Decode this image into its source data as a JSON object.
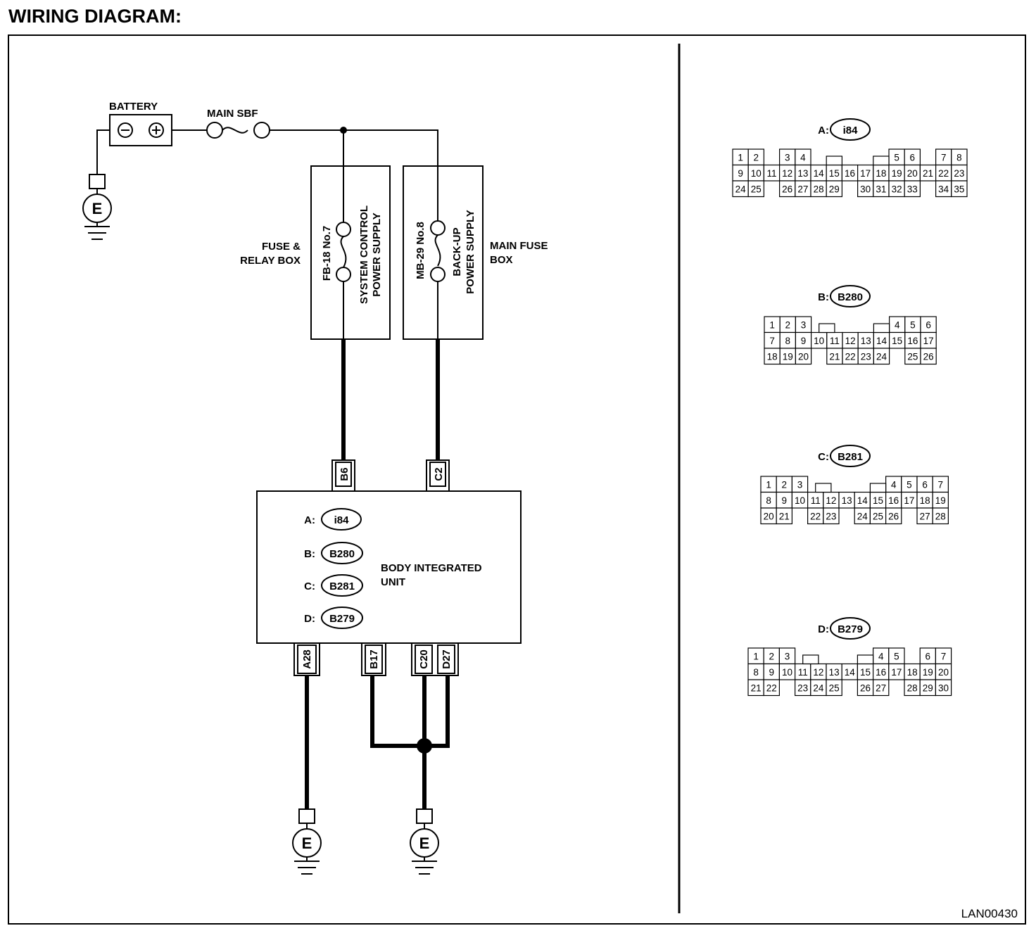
{
  "title": "WIRING DIAGRAM:",
  "doc_code": "LAN00430",
  "labels": {
    "battery": "BATTERY",
    "main_sbf": "MAIN SBF",
    "fuse_relay_box_1": "FUSE &",
    "fuse_relay_box_2": "RELAY BOX",
    "main_fuse_box_1": "MAIN FUSE",
    "main_fuse_box_2": "BOX",
    "fb18": "FB-18 No.7",
    "sys_ctrl_1": "SYSTEM CONTROL",
    "sys_ctrl_2": "POWER SUPPLY",
    "mb29": "MB-29 No.8",
    "backup_1": "BACK-UP",
    "backup_2": "POWER SUPPLY",
    "biu_1": "BODY INTEGRATED",
    "biu_2": "UNIT",
    "ground": "E",
    "minus": "⊖",
    "plus": "⊕"
  },
  "pins": {
    "b6": "B6",
    "c2": "C2",
    "a28": "A28",
    "b17": "B17",
    "c20": "C20",
    "d27": "D27"
  },
  "unit_connectors": [
    {
      "letter": "A:",
      "code": "i84"
    },
    {
      "letter": "B:",
      "code": "B280"
    },
    {
      "letter": "C:",
      "code": "B281"
    },
    {
      "letter": "D:",
      "code": "B279"
    }
  ],
  "connectors": [
    {
      "letter": "A:",
      "code": "i84",
      "rows": [
        [
          "1",
          "2",
          "",
          "3",
          "4",
          "",
          "",
          "",
          "",
          "",
          "",
          "5",
          "6",
          "",
          "7",
          "8"
        ],
        [
          "9",
          "10",
          "11",
          "12",
          "13",
          "14",
          "15",
          "16",
          "17",
          "18",
          "19",
          "20",
          "21",
          "22",
          "23"
        ],
        [
          "24",
          "25",
          "",
          "26",
          "27",
          "28",
          "29",
          "",
          "30",
          "31",
          "32",
          "33",
          "",
          "34",
          "35"
        ]
      ]
    },
    {
      "letter": "B:",
      "code": "B280",
      "rows": [
        [
          "1",
          "2",
          "3",
          "",
          "",
          "",
          "",
          "",
          "",
          "4",
          "5",
          "6"
        ],
        [
          "7",
          "8",
          "9",
          "10",
          "11",
          "12",
          "13",
          "14",
          "15",
          "16",
          "17"
        ],
        [
          "18",
          "19",
          "20",
          "",
          "21",
          "22",
          "23",
          "24",
          "",
          "25",
          "26"
        ]
      ]
    },
    {
      "letter": "C:",
      "code": "B281",
      "rows": [
        [
          "1",
          "2",
          "3",
          "",
          "",
          "",
          "",
          "",
          "",
          "4",
          "5",
          "6",
          "7"
        ],
        [
          "8",
          "9",
          "10",
          "11",
          "12",
          "13",
          "14",
          "15",
          "16",
          "17",
          "18",
          "19"
        ],
        [
          "20",
          "21",
          "",
          "22",
          "23",
          "",
          "24",
          "25",
          "26",
          "",
          "27",
          "28"
        ]
      ]
    },
    {
      "letter": "D:",
      "code": "B279",
      "rows": [
        [
          "1",
          "2",
          "3",
          "",
          "",
          "",
          "",
          "",
          "4",
          "5",
          "",
          "6",
          "7"
        ],
        [
          "8",
          "9",
          "10",
          "11",
          "12",
          "13",
          "14",
          "15",
          "16",
          "17",
          "18",
          "19",
          "20"
        ],
        [
          "21",
          "22",
          "",
          "23",
          "24",
          "25",
          "",
          "26",
          "27",
          "",
          "28",
          "29",
          "30"
        ]
      ]
    }
  ]
}
